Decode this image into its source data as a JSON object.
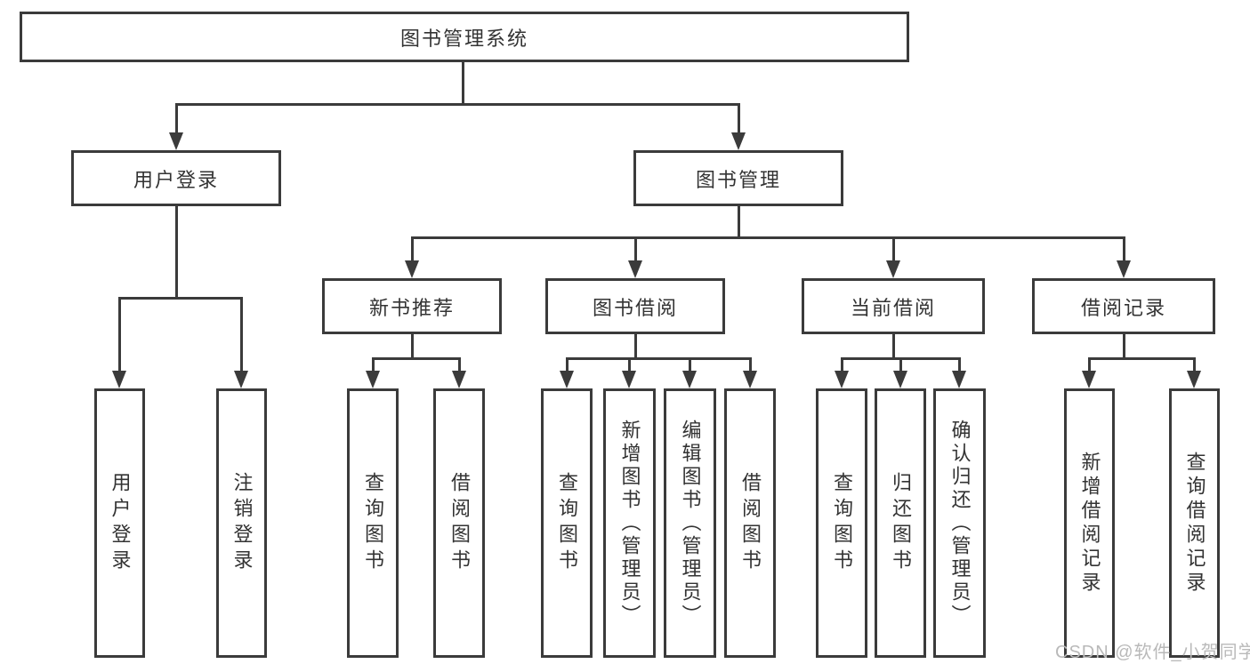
{
  "tree": {
    "root": {
      "label": "图书管理系统",
      "children": [
        {
          "label": "用户登录",
          "children": [
            {
              "label": "用户登录"
            },
            {
              "label": "注销登录"
            }
          ]
        },
        {
          "label": "图书管理",
          "children": [
            {
              "label": "新书推荐",
              "children": [
                {
                  "label": "查询图书"
                },
                {
                  "label": "借阅图书"
                }
              ]
            },
            {
              "label": "图书借阅",
              "children": [
                {
                  "label": "查询图书"
                },
                {
                  "label": "新增图书（管理员）"
                },
                {
                  "label": "编辑图书（管理员）"
                },
                {
                  "label": "借阅图书"
                }
              ]
            },
            {
              "label": "当前借阅",
              "children": [
                {
                  "label": "查询图书"
                },
                {
                  "label": "归还图书"
                },
                {
                  "label": "确认归还（管理员）"
                }
              ]
            },
            {
              "label": "借阅记录",
              "children": [
                {
                  "label": "新增借阅记录"
                },
                {
                  "label": "查询借阅记录"
                }
              ]
            }
          ]
        }
      ]
    }
  },
  "watermark": {
    "text": "CSDN @软件_小贺同学"
  },
  "colors": {
    "line": "#3b3b3b",
    "text": "#333333",
    "watermark": "#b9b9b9",
    "background": "#ffffff"
  }
}
